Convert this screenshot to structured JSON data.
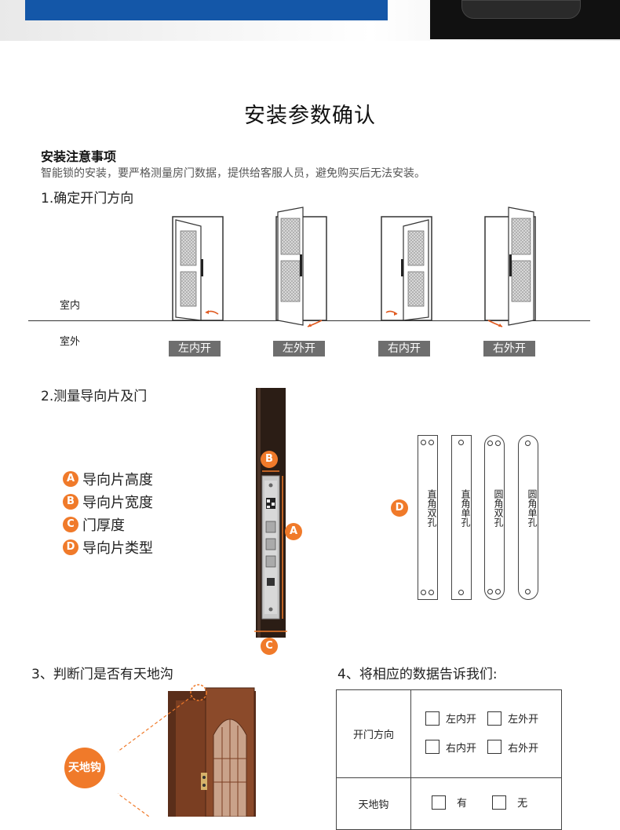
{
  "page": {
    "title": "安装参数确认",
    "notice_title": "安装注意事项",
    "notice_text": "智能锁的安装，要严格测量房门数据，提供给客服人员，避免购买后无法安装。"
  },
  "step1": {
    "label": "1.确定开门方向",
    "indoor": "室内",
    "outdoor": "室外",
    "doors": [
      "左内开",
      "左外开",
      "右内开",
      "右外开"
    ]
  },
  "step2": {
    "label": "2.测量导向片及门",
    "legend": [
      {
        "badge": "A",
        "text": "导向片高度"
      },
      {
        "badge": "B",
        "text": "导向片宽度"
      },
      {
        "badge": "C",
        "text": "门厚度"
      },
      {
        "badge": "D",
        "text": "导向片类型"
      }
    ],
    "markers": {
      "a": "A",
      "b": "B",
      "c": "C",
      "d": "D"
    },
    "guide_types": [
      "直角双孔",
      "直角单孔",
      "圆角双孔",
      "圆角单孔"
    ]
  },
  "step3": {
    "label": "3、判断门是否有天地沟",
    "badge": "天地钩"
  },
  "step4": {
    "label": "4、将相应的数据告诉我们:",
    "rows": [
      {
        "label": "开门方向",
        "options": [
          "左内开",
          "左外开",
          "右内开",
          "右外开"
        ]
      },
      {
        "label": "天地钩",
        "options": [
          "有",
          "无"
        ]
      }
    ]
  },
  "colors": {
    "accent": "#f07a2a",
    "banner_blue": "#1457a8",
    "label_gray": "#6e6e6e"
  }
}
